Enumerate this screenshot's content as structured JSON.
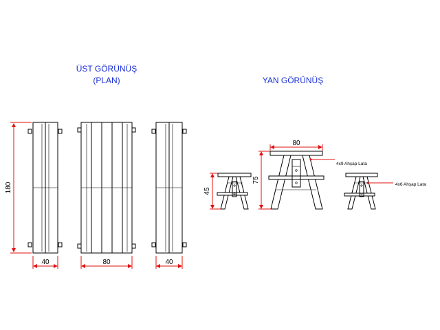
{
  "top_view": {
    "title_line1": "ÜST GÖRÜNÜŞ",
    "title_line2": "(PLAN)",
    "dim_length": "180",
    "dim_bench_left": "40",
    "dim_table": "80",
    "dim_bench_right": "40"
  },
  "side_view": {
    "title": "YAN GÖRÜNÜŞ",
    "dim_bench_height": "45",
    "dim_table_height": "75",
    "dim_table_width": "80",
    "label_table_slat": "4x9 Ahşap Lata",
    "label_bench_slat": "4x6 Ahşap Lata"
  },
  "colors": {
    "title": "#1a2fd6",
    "dimension": "#e01010",
    "outline": "#000000"
  }
}
